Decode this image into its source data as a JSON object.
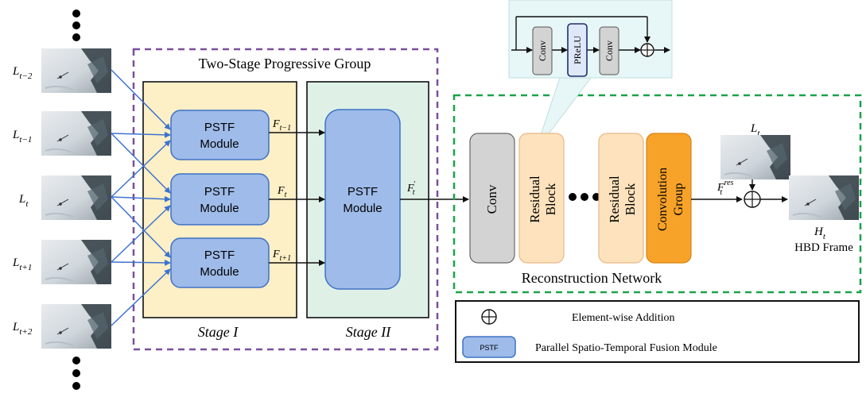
{
  "colors": {
    "stage_fill": "#fdefc6",
    "stage2_fill": "#dff1e6",
    "pstf_fill": "#9ebbe9",
    "pstf_stroke": "#3f72c4",
    "arrow_blue": "#3d73cf",
    "group_border": "#7a4f9e",
    "recon_border": "#1aa34a",
    "conv_fill": "#d3d3d3",
    "res_fill": "#fde2bd",
    "convgroup_fill": "#f7a229",
    "zoom_fill": "#e7f6f6"
  },
  "frames": [
    {
      "label": "L",
      "sub": "t−2"
    },
    {
      "label": "L",
      "sub": "t−1"
    },
    {
      "label": "L",
      "sub": "t"
    },
    {
      "label": "L",
      "sub": "t+1"
    },
    {
      "label": "L",
      "sub": "t+2"
    }
  ],
  "group": {
    "title": "Two-Stage Progressive Group",
    "stage1_label": "Stage I",
    "stage2_label": "Stage II"
  },
  "pstf": {
    "line1": "PSTF",
    "line2": "Module"
  },
  "features": {
    "f1": {
      "label": "F",
      "sub": "t−1"
    },
    "f2": {
      "label": "F",
      "sub": "t"
    },
    "f3": {
      "label": "F",
      "sub": "t+1"
    },
    "fprime": {
      "label": "F",
      "sub": "t",
      "sup": "′"
    },
    "fres": {
      "label": "F",
      "sub": "t",
      "sup": "res"
    }
  },
  "recon": {
    "title": "Reconstruction Network",
    "conv": "Conv",
    "residual": "Residual Block",
    "residual_line1": "Residual",
    "residual_line2": "Block",
    "conv_group_line1": "Convolution",
    "conv_group_line2": "Group"
  },
  "zoom": {
    "conv1": "Conv",
    "prelu": "PReLU",
    "conv2": "Conv"
  },
  "output": {
    "input_label": "L",
    "input_sub": "t",
    "label": "H",
    "sub": "t",
    "caption": "HBD Frame"
  },
  "legend": {
    "addition_text": "Element-wise Addition",
    "pstf_box": "PSTF",
    "pstf_text": "Parallel Spatio-Temporal Fusion Module"
  }
}
